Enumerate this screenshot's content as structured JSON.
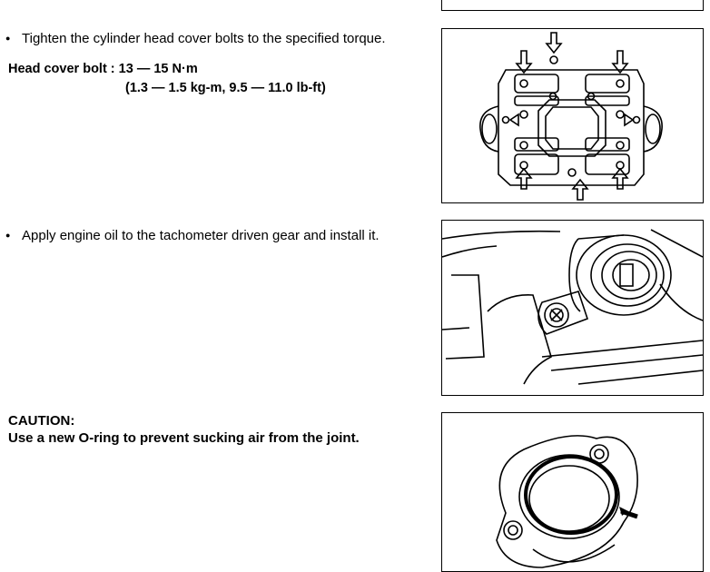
{
  "bullets": [
    "Tighten the cylinder head cover bolts to the specified torque.",
    "Apply engine oil to the tachometer driven gear and install it."
  ],
  "torque": {
    "label": "Head cover bolt :",
    "value": "13 — 15 N·m",
    "alt": "(1.3 — 1.5 kg-m, 9.5 — 11.0 lb-ft)"
  },
  "caution": {
    "heading": "CAUTION:",
    "text": "Use a new O-ring to prevent sucking air from the joint."
  },
  "figures": {
    "head_cover_icon": "cylinder-head-cover-illustration",
    "tach_gear_icon": "tachometer-driven-gear-illustration",
    "o_ring_icon": "o-ring-flange-illustration"
  }
}
